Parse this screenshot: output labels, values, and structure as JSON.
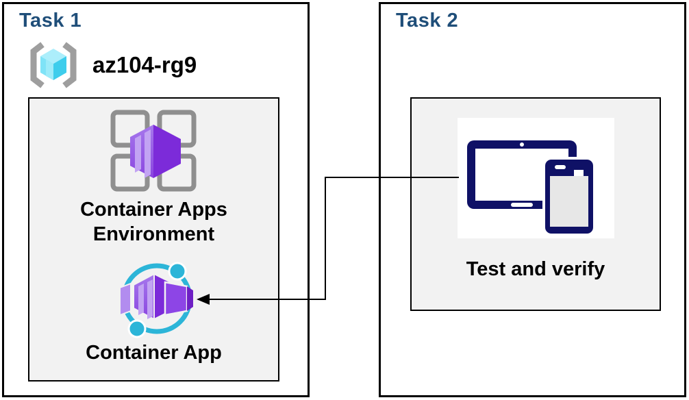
{
  "colors": {
    "heading_blue": "#1f4e79",
    "panel_fill": "#f2f2f2",
    "box_border": "#000000",
    "device_navy": "#0f1166",
    "orbit_cyan": "#2cb5d8",
    "container_purple": "#7c2bd9",
    "grid_gray": "#8f8f8f",
    "bracket_gray": "#9e9e9e",
    "cube_cyan": "#3ecdec"
  },
  "task1": {
    "title": "Task 1",
    "resource_group": {
      "icon": "resource-group-icon",
      "name": "az104-rg9"
    },
    "panel": {
      "environment": {
        "icon": "container-apps-environment-icon",
        "label_lines": [
          "Container Apps",
          "Environment"
        ]
      },
      "app": {
        "icon": "container-app-icon",
        "label": "Container App"
      }
    }
  },
  "task2": {
    "title": "Task 2",
    "panel": {
      "test": {
        "icon": "devices-icon",
        "label": "Test and verify"
      }
    }
  },
  "connector": {
    "shape": "elbow",
    "arrow_direction": "left"
  }
}
